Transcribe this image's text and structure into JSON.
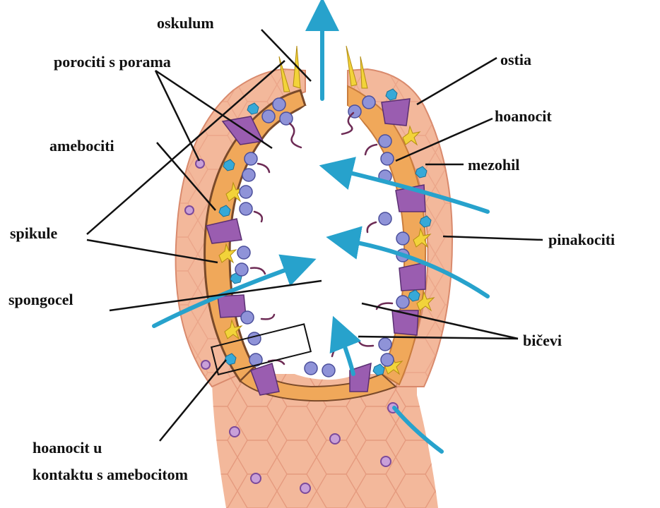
{
  "labels": {
    "oskulum": "oskulum",
    "porociti": "porociti s porama",
    "ameborciti": "amebociti",
    "spikule": "spikule",
    "spongocel": "spongocel",
    "hoanocit_kontakt_1": "hoanocit u",
    "hoanocit_kontakt_2": "kontaktu s amebocitom",
    "ostia": "ostia",
    "hoanocit": "hoanocit",
    "mezohil": "mezohil",
    "pinakociti": "pinakociti",
    "bicevi": "bičevi"
  },
  "colors": {
    "pinacoderm": "#f3b89b",
    "pinacoderm_dark": "#d98a6d",
    "mesohyl": "#f0a85a",
    "choanocyte": "#8f93d8",
    "porocyte": "#9a5db0",
    "amoebocyte": "#36a9d8",
    "spicule": "#f2d33a",
    "flow_arrow": "#27a2cc",
    "leader_line": "#111111"
  }
}
